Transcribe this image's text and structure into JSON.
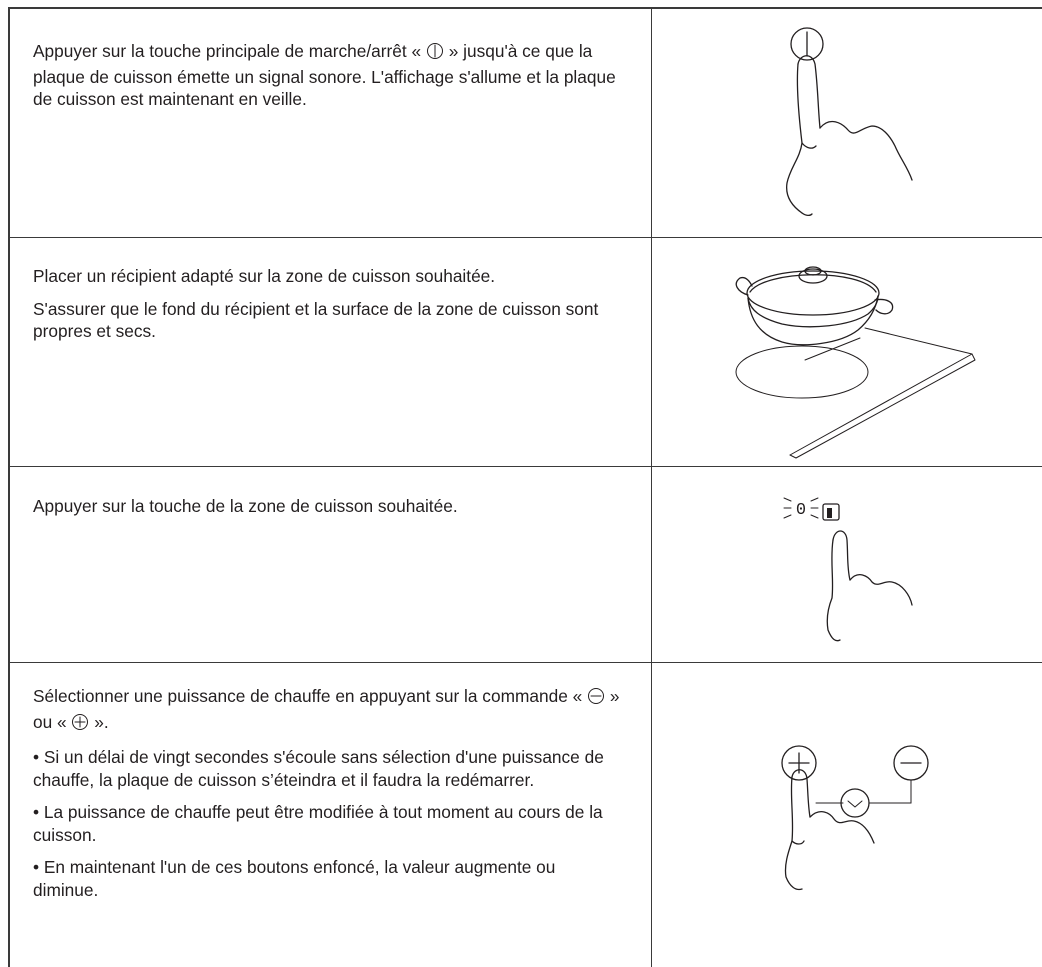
{
  "steps": [
    {
      "lines": [
        "Appuyer sur la touche principale de marche/arrêt « ",
        " »",
        "jusqu'à ce que la plaque de cuisson émette un signal sonore. L'affichage s'allume et la plaque de cuisson est maintenant en veille."
      ],
      "symbol_icon": "power-symbol-icon",
      "illustration_icon": "finger-pressing-power-button-icon"
    },
    {
      "paragraphs": [
        "Placer un récipient adapté sur la zone de cuisson souhaitée.",
        "S'assurer que le fond du récipient et la surface de la zone de cuisson sont propres et secs."
      ],
      "illustration_icon": "pot-on-cooking-zone-icon"
    },
    {
      "paragraphs": [
        "Appuyer sur la touche de la zone de cuisson souhaitée."
      ],
      "illustration_icon": "finger-pressing-zone-button-icon",
      "display_digit": "0"
    },
    {
      "intro_parts": [
        "Sélectionner une puissance de chauffe en appuyant sur la commande « ",
        " » ou « ",
        " »."
      ],
      "bullets": [
        "• Si un délai de vingt secondes s'écoule sans sélection d'une puissance de chauffe, la plaque de cuisson s’éteindra et il faudra la redémarrer.",
        "• La puissance de chauffe peut être modifiée à tout moment au cours de la cuisson.",
        "• En maintenant l'un de ces boutons enfoncé, la valeur augmente ou diminue."
      ],
      "minus_icon": "minus-circle-icon",
      "plus_icon": "plus-circle-icon",
      "illustration_icon": "finger-pressing-plus-minus-slider-icon"
    }
  ],
  "colors": {
    "text": "#231f20",
    "rule": "#3a3a3a"
  }
}
